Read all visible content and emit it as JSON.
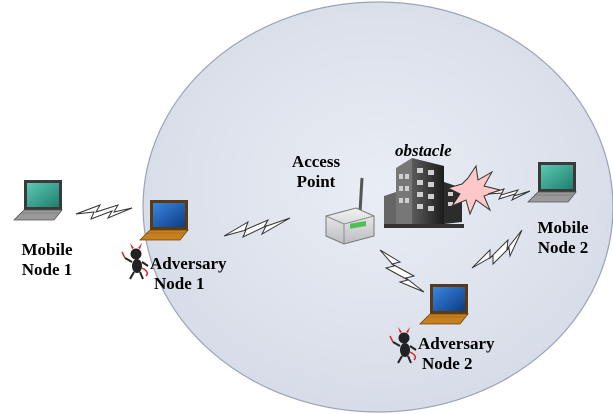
{
  "labels": {
    "mobile_node_1": [
      "Mobile",
      "Node 1"
    ],
    "adversary_node_1": [
      "Adversary",
      "Node 1"
    ],
    "access_point": [
      "Access",
      "Point"
    ],
    "obstacle": "obstacle",
    "mobile_node_2": [
      "Mobile",
      "Node 2"
    ],
    "adversary_node_2": [
      "Adversary",
      "Node 2"
    ]
  },
  "icons": {
    "range_area": "coverage-circle",
    "mobile_node": "laptop-icon",
    "adversary_node": "laptop-icon",
    "adversary_figure": "devil-figure-icon",
    "access_point": "wireless-router-icon",
    "obstacle": "building-icon",
    "link": "lightning-bolt-icon",
    "interference": "starburst-icon"
  },
  "colors": {
    "coverage_fill": "#dfe4ee",
    "coverage_stroke": "#9aa3b8",
    "laptop_screen_mobile": "#2f9a86",
    "laptop_screen_adversary": "#1e5fb0",
    "adversary_body": "#c87818",
    "starburst": "#ffc8c8"
  }
}
